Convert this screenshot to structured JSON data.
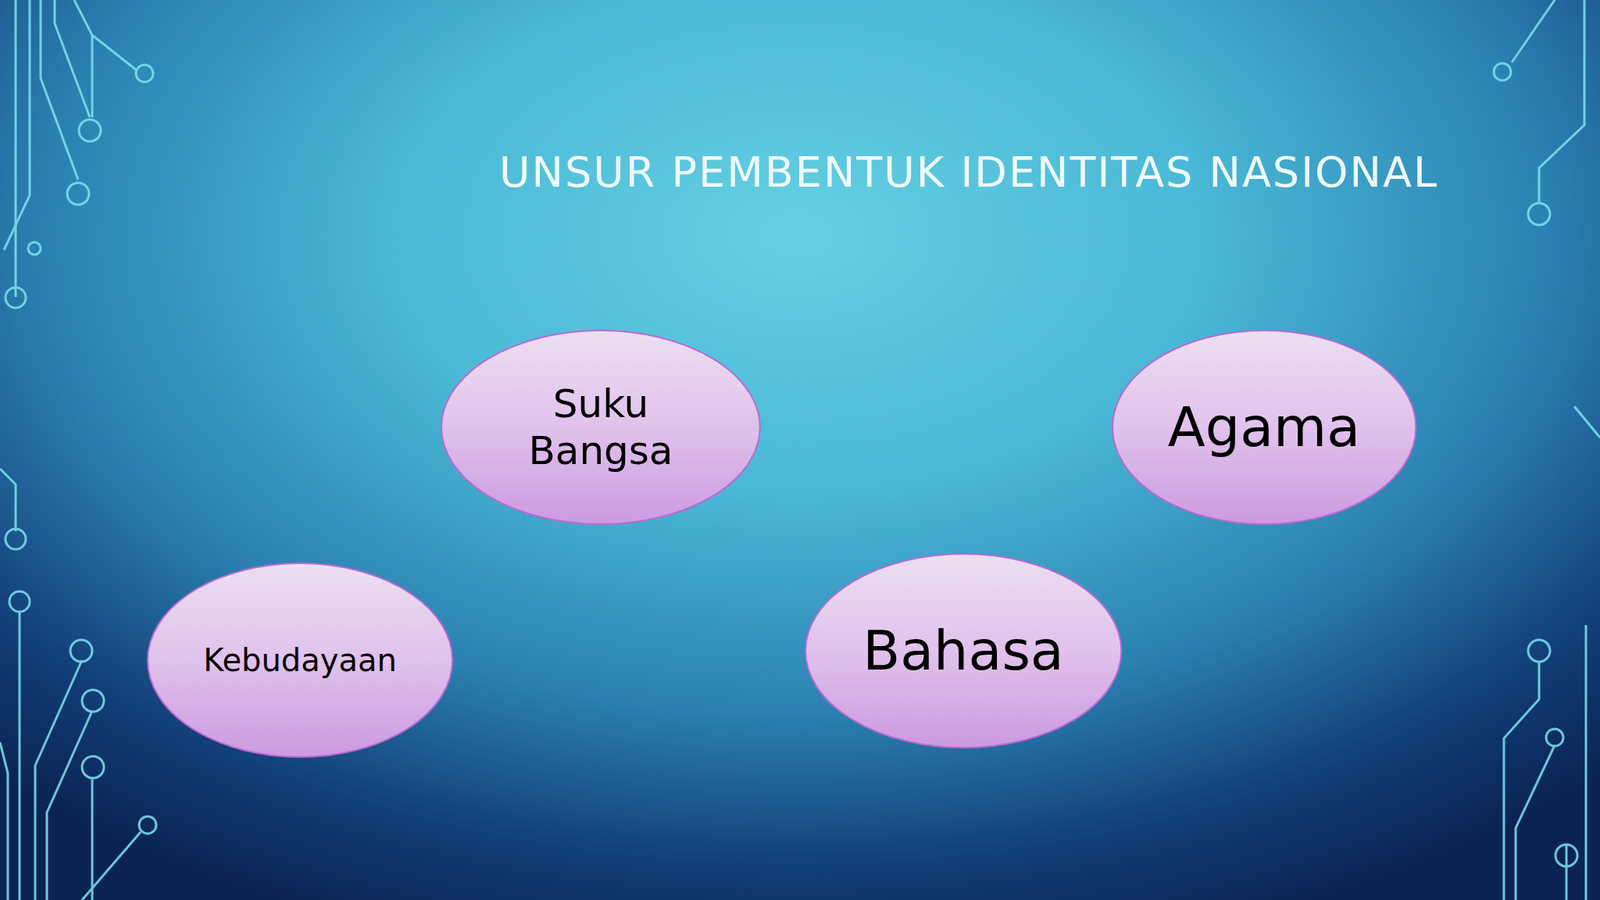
{
  "diagram": {
    "title": "UNSUR PEMBENTUK IDENTITAS NASIONAL",
    "nodes": [
      {
        "text": [
          "Suku Bangsa"
        ]
      },
      {
        "text": [
          "Agama"
        ]
      },
      {
        "text": [
          "Kebudayaan"
        ]
      },
      {
        "text": [
          "Bahasa"
        ]
      }
    ]
  }
}
